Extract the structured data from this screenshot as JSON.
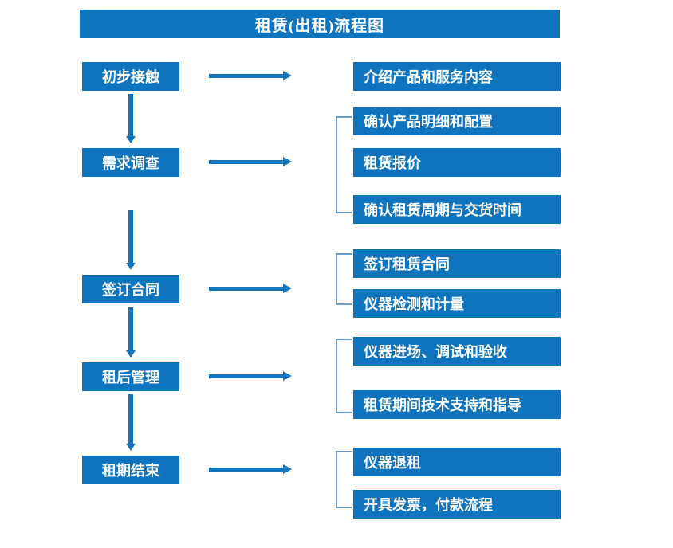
{
  "header": {
    "title": "租赁(出租)流程图"
  },
  "colors": {
    "box_fill": "#0f74bd",
    "box_text": "#ffffff",
    "arrow": "#1474bd",
    "bracket": "#6a9fd0",
    "background": "#ffffff"
  },
  "stages": [
    {
      "label": "初步接触"
    },
    {
      "label": "需求调查"
    },
    {
      "label": "签订合同"
    },
    {
      "label": "租后管理"
    },
    {
      "label": "租期结束"
    }
  ],
  "details": [
    {
      "label": "介绍产品和服务内容"
    },
    {
      "label": "确认产品明细和配置"
    },
    {
      "label": "租赁报价"
    },
    {
      "label": "确认租赁周期与交货时间"
    },
    {
      "label": "签订租赁合同"
    },
    {
      "label": "仪器检测和计量"
    },
    {
      "label": "仪器进场、调试和验收"
    },
    {
      "label": "租赁期间技术支持和指导"
    },
    {
      "label": "仪器退租"
    },
    {
      "label": "开具发票，付款流程"
    }
  ]
}
